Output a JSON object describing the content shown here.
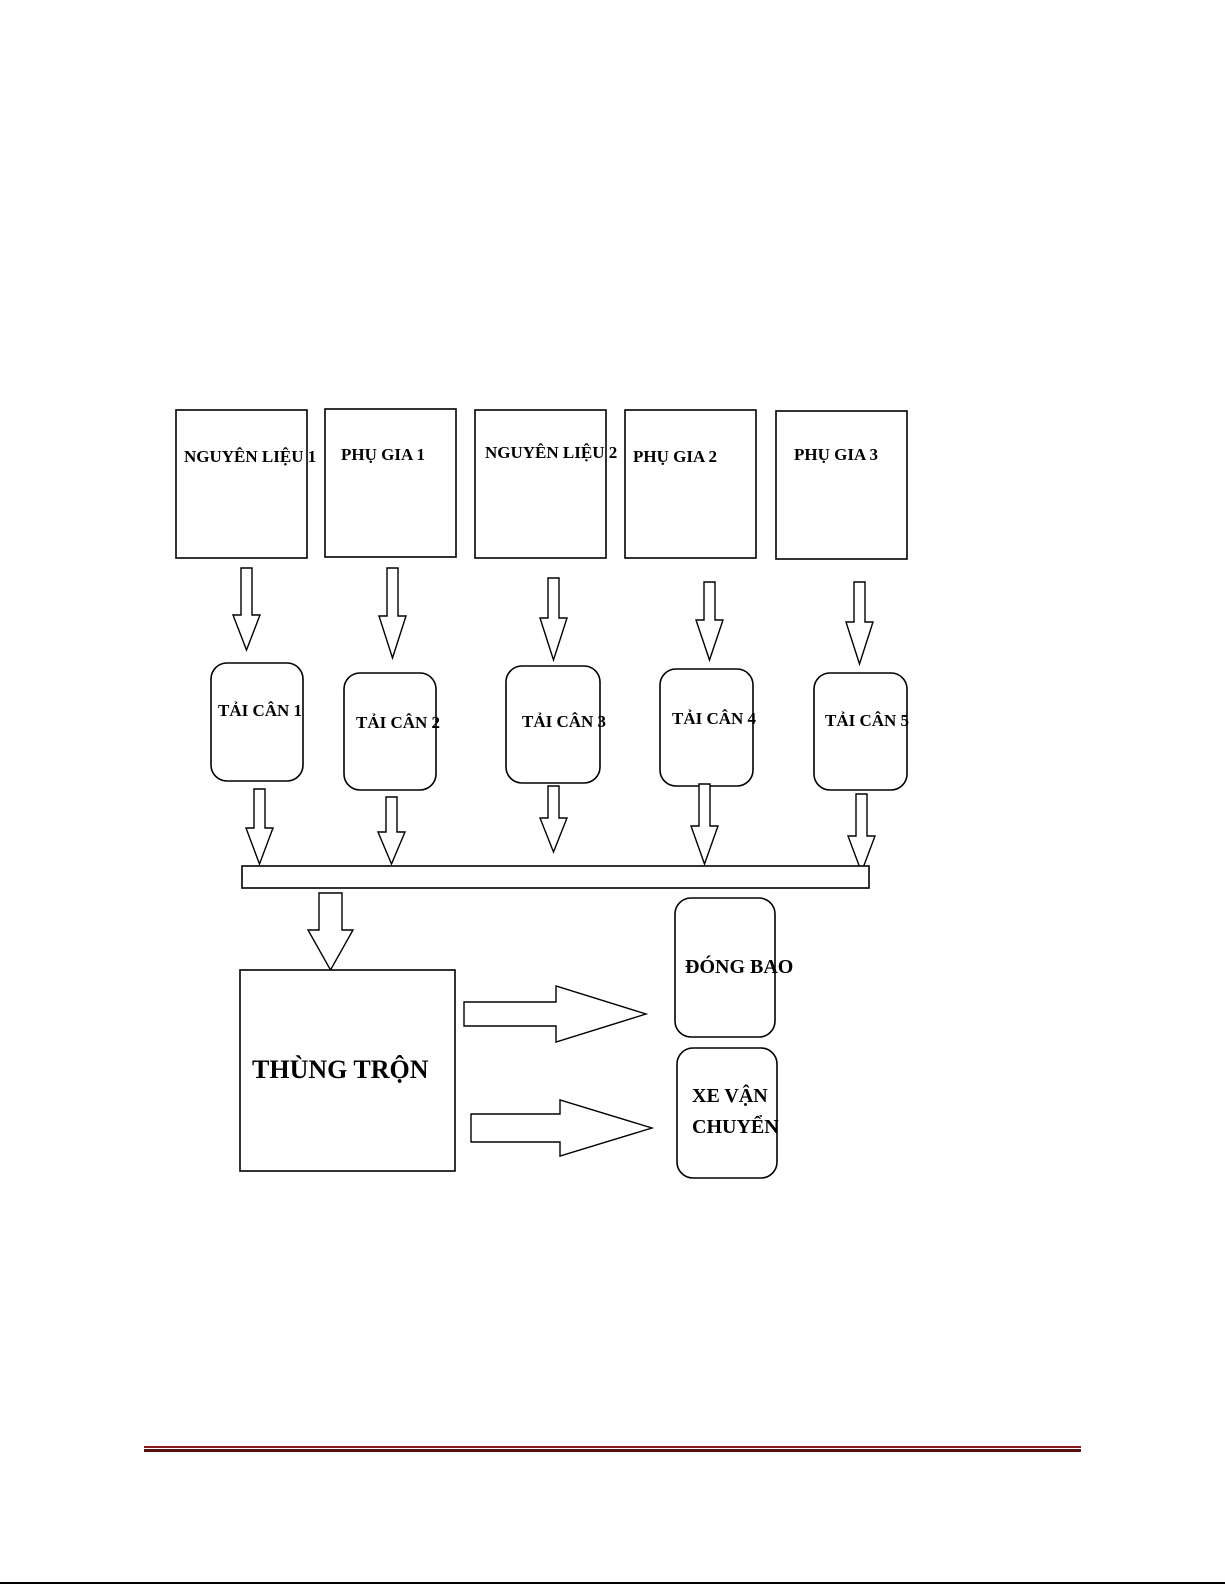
{
  "diagram": {
    "sources": [
      {
        "id": "nguyen-lieu-1",
        "label": "NGUYÊN LIỆU 1"
      },
      {
        "id": "phu-gia-1",
        "label": "PHỤ GIA 1"
      },
      {
        "id": "nguyen-lieu-2",
        "label": "NGUYÊN LIỆU 2"
      },
      {
        "id": "phu-gia-2",
        "label": "PHỤ GIA 2"
      },
      {
        "id": "phu-gia-3",
        "label": "PHỤ GIA 3"
      }
    ],
    "scales": [
      {
        "id": "tai-can-1",
        "label": "TẢI CÂN 1"
      },
      {
        "id": "tai-can-2",
        "label": "TẢI CÂN 2"
      },
      {
        "id": "tai-can-3",
        "label": "TẢI CÂN 3"
      },
      {
        "id": "tai-can-4",
        "label": "TẢI CÂN 4"
      },
      {
        "id": "tai-can-5",
        "label": "TẢI CÂN 5"
      }
    ],
    "mixer": {
      "label": "THÙNG TRỘN"
    },
    "outputs": [
      {
        "id": "dong-bao",
        "label_lines": [
          "ĐÓNG BAO"
        ]
      },
      {
        "id": "xe-van-chuyen",
        "label_lines": [
          "XE VẬN",
          "CHUYỂN"
        ]
      }
    ],
    "edges": [
      {
        "from": "nguyen-lieu-1",
        "to": "tai-can-1"
      },
      {
        "from": "phu-gia-1",
        "to": "tai-can-2"
      },
      {
        "from": "nguyen-lieu-2",
        "to": "tai-can-3"
      },
      {
        "from": "phu-gia-2",
        "to": "tai-can-4"
      },
      {
        "from": "phu-gia-3",
        "to": "tai-can-5"
      },
      {
        "from": "tai-can-1",
        "to": "conveyor"
      },
      {
        "from": "tai-can-2",
        "to": "conveyor"
      },
      {
        "from": "tai-can-3",
        "to": "conveyor"
      },
      {
        "from": "tai-can-4",
        "to": "conveyor"
      },
      {
        "from": "tai-can-5",
        "to": "conveyor"
      },
      {
        "from": "conveyor",
        "to": "mixer"
      },
      {
        "from": "mixer",
        "to": "dong-bao"
      },
      {
        "from": "mixer",
        "to": "xe-van-chuyen"
      }
    ]
  }
}
